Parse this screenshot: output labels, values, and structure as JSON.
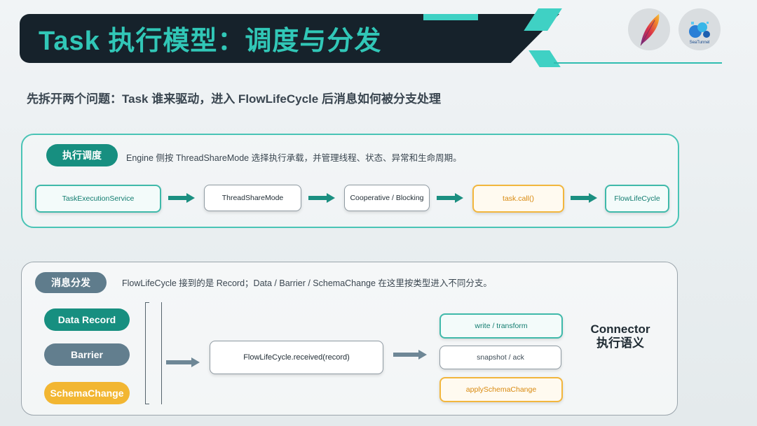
{
  "header": {
    "title": "Task 执行模型：调度与分发"
  },
  "logos": {
    "logo1": "feather-logo",
    "logo2_text": "SeaTunnel"
  },
  "subtitle": "先拆开两个问题：Task 谁来驱动，进入 FlowLifeCycle 后消息如何被分支处理",
  "scheduling": {
    "label": "执行调度",
    "description": "Engine 侧按 ThreadShareMode 选择执行承载，并管理线程、状态、异常和生命周期。",
    "nodes": [
      "TaskExecutionService",
      "ThreadShareMode",
      "Cooperative / Blocking",
      "task.call()",
      "FlowLifeCycle"
    ]
  },
  "dispatch": {
    "label": "消息分发",
    "description": "FlowLifeCycle 接到的是 Record；Data / Barrier / SchemaChange 在这里按类型进入不同分支。",
    "inputs": [
      "Data Record",
      "Barrier",
      "SchemaChange"
    ],
    "center": "FlowLifeCycle.received(record)",
    "outputs": [
      "write / transform",
      "snapshot / ack",
      "applySchemaChange"
    ],
    "connector_line1": "Connector",
    "connector_line2": "执行语义"
  },
  "colors": {
    "banner_bg": "#16222b",
    "accent_teal": "#31c7b7",
    "dark_teal": "#178f80",
    "slate": "#627e8e",
    "orange": "#f2b632"
  }
}
